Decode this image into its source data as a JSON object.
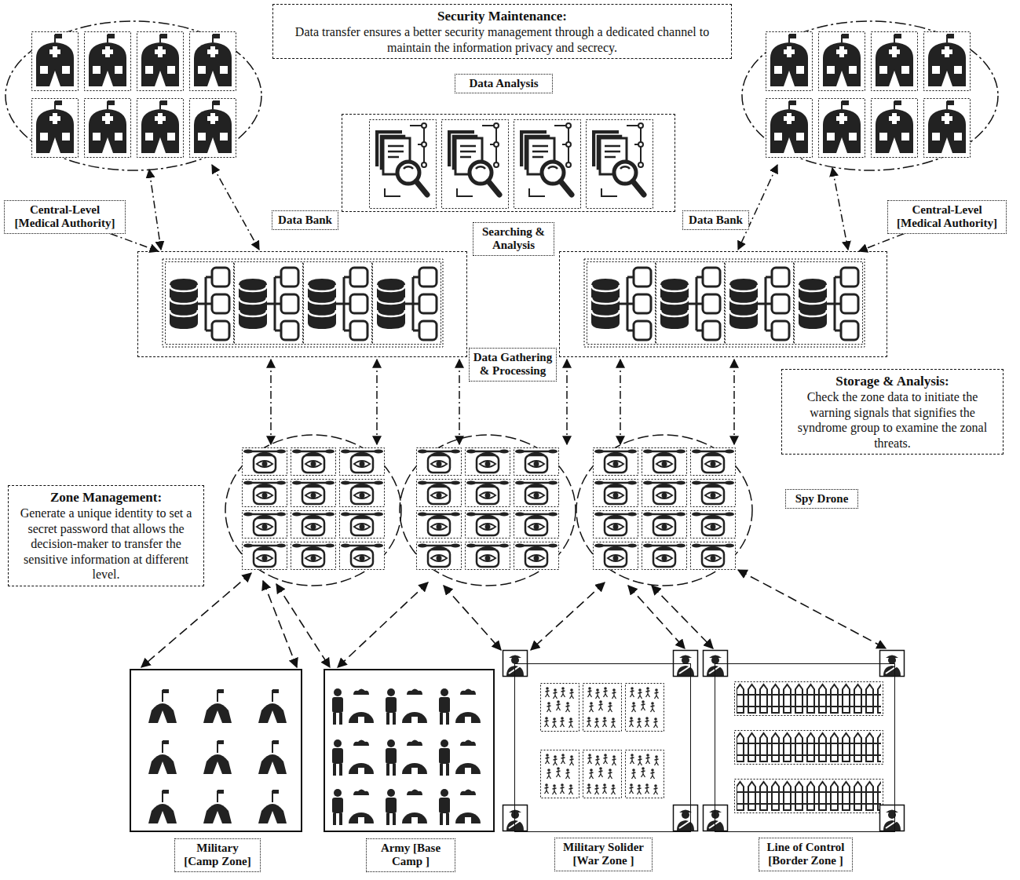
{
  "diagram": {
    "nodes": [
      {
        "text": [
          "Security Maintenance:",
          "Data transfer ensures a better security management through a dedicated channel to maintain the information privacy and secrecy."
        ]
      },
      {
        "text": [
          "Data Analysis"
        ]
      },
      {
        "text": [
          "Central-Level [Medical Authority]"
        ]
      },
      {
        "text": [
          "Data Bank"
        ]
      },
      {
        "text": [
          "Searching & Analysis"
        ]
      },
      {
        "text": [
          "Data Bank"
        ]
      },
      {
        "text": [
          "Central-Level [Medical Authority]"
        ]
      },
      {
        "text": [
          "Data Gathering & Processing"
        ]
      },
      {
        "text": [
          "Storage & Analysis:",
          "Check the zone data to initiate the warning signals that signifies the syndrome group to examine the zonal threats."
        ]
      },
      {
        "text": [
          "Zone Management:",
          "Generate a unique identity to set a secret password that allows the decision-maker to transfer the sensitive information at different level."
        ]
      },
      {
        "text": [
          "Spy Drone"
        ]
      },
      {
        "text": [
          "Military [Camp Zone]"
        ]
      },
      {
        "text": [
          "Army [Base Camp ]"
        ]
      },
      {
        "text": [
          "Military Solider [War Zone ]"
        ]
      },
      {
        "text": [
          "Line of Control [Border Zone ]"
        ]
      }
    ],
    "edges": [
      {
        "from": 2,
        "to": 3,
        "arrow": "to"
      },
      {
        "from": 6,
        "to": 5,
        "arrow": "to"
      }
    ]
  }
}
